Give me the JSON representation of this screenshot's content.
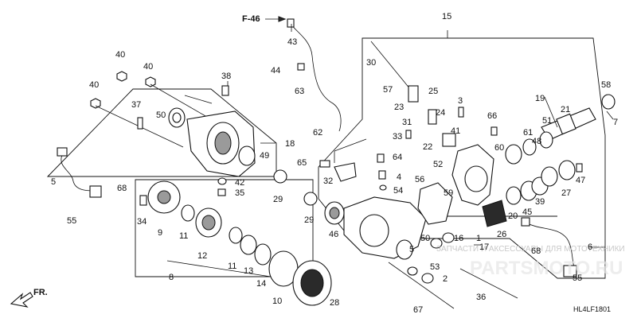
{
  "diagram": {
    "code": "HL4LF1801",
    "fig_reference": "F-46",
    "direction_label": "FR.",
    "watermark": "ЗАПЧАСТИ И АКСЕССУАРЫ ДЛЯ МОТОТЕХНИКИ",
    "watermark_brand": "PARTSMOTO.RU",
    "callouts": {
      "p1": "1",
      "p2": "2",
      "p3": "3",
      "p4": "4",
      "p5a": "5",
      "p5b": "5",
      "p6": "6",
      "p7": "7",
      "p8": "8",
      "p9": "9",
      "p10": "10",
      "p11a": "11",
      "p11b": "11",
      "p12": "12",
      "p13": "13",
      "p14": "14",
      "p15": "15",
      "p16": "16",
      "p17": "17",
      "p18": "18",
      "p19": "19",
      "p20": "20",
      "p21": "21",
      "p22": "22",
      "p23": "23",
      "p24": "24",
      "p25": "25",
      "p26": "26",
      "p27": "27",
      "p28": "28",
      "p29a": "29",
      "p29b": "29",
      "p30": "30",
      "p31": "31",
      "p32": "32",
      "p33": "33",
      "p34": "34",
      "p35": "35",
      "p36": "36",
      "p37": "37",
      "p38": "38",
      "p39": "39",
      "p40a": "40",
      "p40b": "40",
      "p40c": "40",
      "p41": "41",
      "p42": "42",
      "p43": "43",
      "p44": "44",
      "p45": "45",
      "p46": "46",
      "p47": "47",
      "p48": "48",
      "p49": "49",
      "p50a": "50",
      "p50b": "50",
      "p51": "51",
      "p52": "52",
      "p53": "53",
      "p54": "54",
      "p55a": "55",
      "p55b": "55",
      "p56": "56",
      "p57": "57",
      "p58": "58",
      "p59": "59",
      "p60": "60",
      "p61": "61",
      "p62": "62",
      "p63": "63",
      "p64": "64",
      "p65": "65",
      "p66": "66",
      "p67": "67",
      "p68a": "68",
      "p68b": "68"
    }
  }
}
